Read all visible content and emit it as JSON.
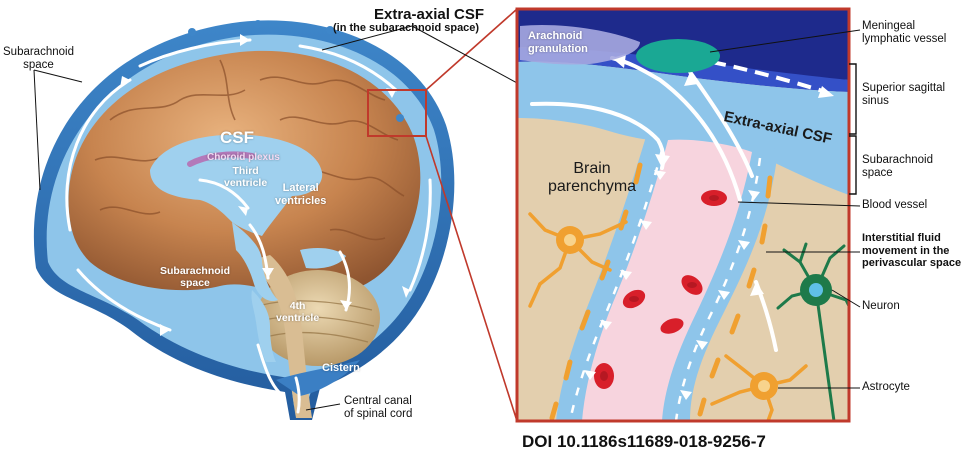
{
  "left_panel": {
    "extra_axial_title": "Extra-axial CSF",
    "extra_axial_subtitle": "(in the subarachnoid space)",
    "subarachnoid_space_top": "Subarachnoid\nspace",
    "csf": "CSF",
    "choroid_plexus": "Choroid plexus",
    "third_ventricle": "Third\nventricle",
    "lateral_ventricles": "Lateral\nventricles",
    "subarachnoid_space_bottom": "Subarachnoid\nspace",
    "fourth_ventricle": "4th\nventricle",
    "cistern": "Cistern",
    "central_canal": "Central canal\nof spinal cord"
  },
  "right_panel": {
    "arachnoid_granulation": "Arachnoid\ngranulation",
    "extra_axial_csf": "Extra-axial CSF",
    "brain_parenchyma": "Brain\nparenchyma"
  },
  "right_labels": {
    "meningeal_lymphatic_vessel": "Meningeal\nlymphatic vessel",
    "superior_sagittal_sinus": "Superior sagittal\nsinus",
    "subarachnoid_space": "Subarachnoid\nspace",
    "blood_vessel": "Blood vessel",
    "interstitial_fluid": "Interstitial fluid\nmovement in the\nperivascular space",
    "neuron": "Neuron",
    "astrocyte": "Astrocyte"
  },
  "footer": {
    "doi": "DOI 10.1186s11689-018-9256-7"
  },
  "colors": {
    "csf_blue": "#8ec5ea",
    "sinus_navy": "#1e2a8c",
    "brain_tan": "#e3cfae",
    "vessel_pink": "#f7d4de",
    "red_cell": "#d81f2a",
    "astrocyte_orange": "#f0a030",
    "neuron_green": "#1e7a4a",
    "lymphatic_teal": "#1aa894",
    "frame_red": "#c0392b"
  }
}
